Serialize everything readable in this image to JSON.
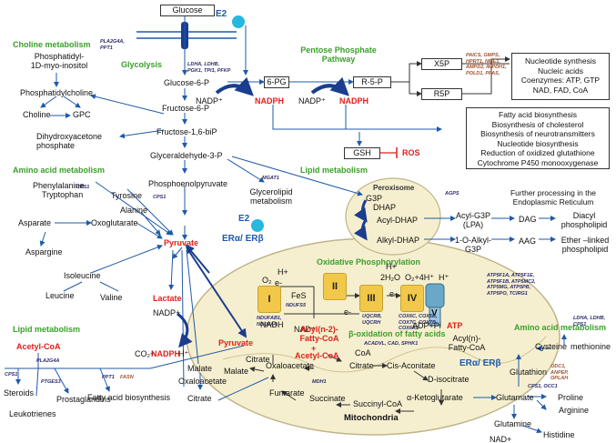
{
  "glycolysis": {
    "glucose": "Glucose",
    "label": "Glycolysis",
    "genes": "LDHA, LDHB,\nPGK1, TPI1, PFKP",
    "g6p": "Glucose-6-P",
    "f6p": "Fructose-6-P",
    "f16bp": "Fructose-1,6-biP",
    "dhap": "Dihydroxyacetone\nphosphate",
    "gap": "Glyceraldehyde-3-P",
    "pep": "Phosphoenolpyruvate",
    "pep_gene": "CPS1",
    "pyruvate": "Pyruvate",
    "lactate": "Lactate"
  },
  "e2_top": "E2",
  "e2_mid": "E2",
  "er_mid": "ERα/ ERβ",
  "er_mito": "ERα/ ERβ",
  "choline": {
    "title": "Choline metabolism",
    "genes": "PLA2G4A,\nPPT1",
    "pi": "Phosphatidyl-\n1D-myo-inositol",
    "pc": "Phosphatidylcholine",
    "choline": "Choline",
    "gpc": "GPC"
  },
  "ppp": {
    "title": "Pentose Phosphate\nPathway",
    "pg6": "6-PG",
    "r5p": "R-5-P",
    "x5p": "X5P",
    "r5p2": "R5P",
    "nadp1": "NADP⁺",
    "nadph1": "NADPH",
    "nadp2": "NADP⁺",
    "nadph2": "NADPH",
    "genes": "PAICS, GMPS,\nHPRT1, NME1,\nAMPD2, IMPDH1,\nPOLD1, PFAS,",
    "gsh": "GSH",
    "ros": "ROS",
    "nucleotide_box": "Nucleotide synthesis\nNucleic acids\nCoenzymes: ATP, GTP\nNAD, FAD, CoA",
    "biosynth_box": "Fatty acid biosynthesis\nBiosynthesis of cholesterol\nBiosynthesis of neurotransmitters\nNucleotide biosynthesis\nReduction of oxidized glutathione\nCytochrome P450 monooxygenase"
  },
  "amino": {
    "title": "Amino acid metabolism",
    "phe": "Phenylalanine",
    "trp": "Tryptophan",
    "gene_cps1": "CPS1",
    "tyr": "Tyrosine",
    "ala": "Alanine",
    "asp": "Asparate",
    "oxo": "Oxoglutarate",
    "asn": "Aspargine",
    "ile": "Isoleucine",
    "leu": "Leucine",
    "val": "Valine"
  },
  "lipid": {
    "title": "Lipid metabolism",
    "mgat": "MGAT1",
    "glycerolipid": "Glycerolipid\nmetabolism",
    "peroxisome": "Peroxisome",
    "g3p": "G3P",
    "dhap": "DHAP",
    "acyl_dhap": "Acyl-DHAP",
    "alkyl_dhap": "Alkyl-DHAP",
    "agps": "AGPS",
    "acyl_g3p": "Acyl-G3P\n(LPA)",
    "dag": "DAG",
    "diacyl": "Diacyl\nphospholipid",
    "alkyl_g3p": "1-O-Alkyl-\nG3P",
    "aag": "AAG",
    "ether": "Ether –linked\nphospholipid",
    "er_proc": "Further processing in the\nEndoplasmic Reticulum"
  },
  "lipid2": {
    "title": "Lipid metabolism",
    "acetyl": "Acetyl-CoA",
    "pla": "PLA2G4A",
    "cps1": "CPS1",
    "ptges": "PTGES3",
    "ppt1": "PPT1",
    "fasn": "FASN",
    "steroids": "Steroids",
    "leuko": "Leukotrienes",
    "prosta": "Prostaglandins",
    "fa_bio": "Fatty acid biosynthesis"
  },
  "nadp_cycle": {
    "nadp": "NADP+",
    "co2": "CO₂+",
    "nadph": "NADPH",
    "h": "H⁺",
    "malate": "Malate",
    "oaa": "Oxaloacetate",
    "citrate": "Citrate"
  },
  "mito": {
    "title": "Mitochondria",
    "oxphos": "Oxidative Phosphorylation",
    "complex1": "I",
    "complex2": "II",
    "complex3": "III",
    "complex4": "IV",
    "complex5": "V",
    "c1_genes": "NDUFAB1,\nNDUFA4",
    "c1_gene2": "NDUFS5",
    "c3_genes": "UQCRB,\nUQCRH",
    "c4_genes": "COX6C, COX5B,\nCOX7C, COX7B,\nCOX6A1",
    "atp_genes": "ATP5F1A, ATP5F1E,\nATP5F1B, ATP5MC2,\nATP5MG, ATP5PB,\nATP5PO, TCIRG1",
    "o2": "O₂",
    "e1": "e-",
    "hplus1": "H+",
    "fes": "FeS",
    "nadh": "NADH",
    "nadplus": "NAD⁺",
    "e2": "e-",
    "e3": "e-",
    "h2o": "2H₂O",
    "o2h": "O₂+4H⁺",
    "hplus2": "H+",
    "hplus3": "H⁺",
    "adp": "ADP+Pi",
    "atp": "ATP",
    "pyruvate": "Pyruvate",
    "acyl_n2": "Acyl(n-2)-\nFatty-CoA",
    "plus": "+",
    "acetyl": "Acetyl-CoA",
    "beta_ox": "β-oxidation of fatty acids",
    "beta_genes": "ACADVL, CAD, SPHK1",
    "coa": "CoA",
    "acyl_n": "Acyl(n)-\nFatty-CoA",
    "citrate": "Citrate",
    "malate": "Malate",
    "oaa": "Oxaloacetate",
    "citrate2": "Citrate",
    "cis_acon": "Cis-Aconitate",
    "mdh1": "MDH1",
    "d_iso": "D-isocitrate",
    "fumarate": "Fumarate",
    "succinate": "Succinate",
    "succ_coa": "Succinyl-CoA",
    "akg": "α-Ketoglutarate"
  },
  "amino2": {
    "title": "Amino acid metabolism",
    "genes": "LDHA, LDHB,\nCPS1",
    "cysteine": "Cysteine",
    "methionine": "methionine",
    "glutathion": "Glutathion",
    "genes2": "ODC1,\nANPEP,\nOPLAH",
    "cps1_oc": "CPS1, OCC1",
    "glutamate": "Glutamate",
    "proline": "Proline",
    "arginine": "Arginine",
    "glutamine": "Glutamine",
    "histidine": "Histidine",
    "nad": "NAD+"
  },
  "colors": {
    "green": "#3aa02a",
    "red": "#e0201b",
    "blue": "#1f5aa8",
    "yellow": "#f2c84a",
    "mito": "#f6efcf",
    "cyan": "#27b8de"
  }
}
